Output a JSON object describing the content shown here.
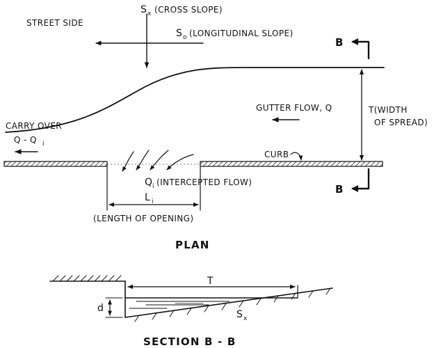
{
  "plan": {
    "street_side": "STREET SIDE",
    "cross_slope": {
      "symbol": "S",
      "subscript": "x",
      "text": "(CROSS SLOPE)"
    },
    "long_slope": {
      "symbol": "S",
      "subscript": "o",
      "text": "(LONGITUDINAL SLOPE)"
    },
    "section_marker": "B",
    "gutter_flow": "GUTTER FLOW, Q",
    "width_of_spread_line1": "T(WIDTH",
    "width_of_spread_line2": "OF SPREAD)",
    "carry_over": "CARRY OVER",
    "carry_over_q": "Q - Q",
    "carry_over_q_sub": "i",
    "curb": "CURB",
    "intercepted": {
      "symbol": "Q",
      "subscript": "i",
      "text": "(INTERCEPTED FLOW)"
    },
    "length": {
      "symbol": "L",
      "subscript": "i"
    },
    "length_caption": "(LENGTH OF OPENING)",
    "title": "PLAN"
  },
  "section": {
    "spread": "T",
    "depth": "d",
    "slope": {
      "symbol": "S",
      "subscript": "x"
    },
    "title": "SECTION B - B"
  }
}
